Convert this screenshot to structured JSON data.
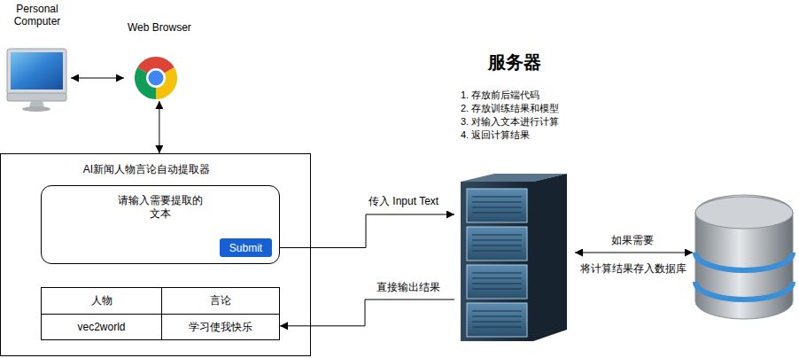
{
  "diagram": {
    "nodes": [
      {
        "text": [
          "Personal Computer"
        ]
      },
      {
        "text": [
          "Web Browser"
        ]
      },
      {
        "text": [
          "AI新闻人物言论自动提取器"
        ]
      },
      {
        "text": [
          "请输入需要提取的 文本"
        ],
        "in": 2
      },
      {
        "text": [
          "Submit"
        ],
        "in": 3
      },
      {
        "text": [
          "人物",
          "言论",
          "vec2world",
          "学习使我快乐"
        ],
        "in": 2
      },
      {
        "text": [
          "服务器",
          "1. 存放前后端代码",
          "2. 存放训练结果和模型",
          "3. 对输入文本进行计算",
          "4. 返回计算结果"
        ]
      },
      {
        "text": []
      }
    ],
    "edges": [
      {
        "from": 0,
        "to": 1,
        "arrow": "both"
      },
      {
        "from": 1,
        "to": 2,
        "arrow": "both"
      },
      {
        "from": 4,
        "to": 6,
        "label": "传入 Input Text",
        "arrow": "to"
      },
      {
        "from": 6,
        "to": 5,
        "label": "直接输出结果",
        "arrow": "to"
      },
      {
        "from": 6,
        "to": 7,
        "label": "如果需要",
        "arrow": "both"
      }
    ],
    "labels": [
      "将计算结果存入数据库"
    ]
  }
}
